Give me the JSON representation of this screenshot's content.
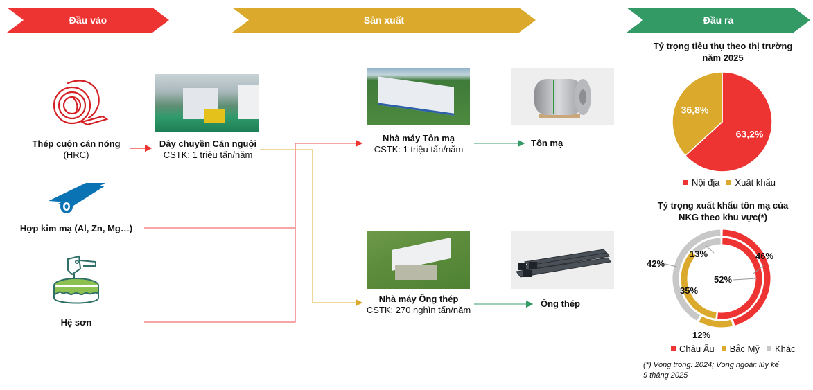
{
  "colors": {
    "red": "#ee3432",
    "gold": "#dbaa2d",
    "green": "#339a66",
    "gray": "#c8c8c8",
    "line_red": "#f07070",
    "line_gold": "#e6c060",
    "line_green": "#5fb58a"
  },
  "stages": {
    "input": {
      "label": "Đầu vào"
    },
    "production": {
      "label": "Sản xuất"
    },
    "output": {
      "label": "Đầu ra"
    }
  },
  "inputs": [
    {
      "title": "Thép cuộn cán nóng",
      "subtitle": "(HRC)",
      "icon": "steel-coil-icon"
    },
    {
      "title": "Hợp kim mạ (Al, Zn, Mg…)",
      "icon": "alloy-roll-icon"
    },
    {
      "title": "Hệ sơn",
      "icon": "paint-tank-icon"
    }
  ],
  "cold_rolling": {
    "title": "Dây chuyền Cán nguội",
    "capacity": "CSTK: 1 triệu tấn/năm"
  },
  "plants": [
    {
      "title": "Nhà máy Tôn mạ",
      "capacity": "CSTK: 1 triệu tấn/năm",
      "product": "Tôn mạ"
    },
    {
      "title": "Nhà máy Ống thép",
      "capacity": "CSTK: 270 nghìn tấn/năm",
      "product": "Ống thép"
    }
  ],
  "chart_data": [
    {
      "type": "pie",
      "title": "Tỷ trọng tiêu thụ theo thị trường năm 2025",
      "categories": [
        "Nội địa",
        "Xuất khẩu"
      ],
      "values": [
        63.2,
        36.8
      ],
      "labels": [
        "63,2%",
        "36,8%"
      ],
      "colors": [
        "#ee3432",
        "#dbaa2d"
      ],
      "legend": "bottom"
    },
    {
      "type": "pie",
      "subtype": "double-donut",
      "title": "Tỷ trọng xuất khẩu tôn mạ của NKG theo khu vực(*)",
      "categories": [
        "Châu Âu",
        "Bắc Mỹ",
        "Khác"
      ],
      "colors": [
        "#ee3432",
        "#dbaa2d",
        "#c8c8c8"
      ],
      "series": [
        {
          "name": "Vòng trong: 2024",
          "values": [
            52,
            35,
            13
          ],
          "labels": [
            "52%",
            "35%",
            "13%"
          ]
        },
        {
          "name": "Vòng ngoài: lũy kế 9 tháng 2025",
          "values": [
            46,
            12,
            42
          ],
          "labels": [
            "46%",
            "12%",
            "42%"
          ]
        }
      ],
      "legend": "bottom",
      "footnote": "(*) Vòng trong: 2024; Vòng ngoài: lũy kế 9 tháng 2025"
    }
  ],
  "chart1": {
    "title_line1": "Tỷ trọng tiêu thụ theo thị trường",
    "title_line2": "năm 2025",
    "legend": [
      "Nội địa",
      "Xuất khẩu"
    ]
  },
  "chart2": {
    "title_line1": "Tỷ trọng xuất khẩu tôn mạ của",
    "title_line2": "NKG theo khu vực(*)",
    "legend": [
      "Châu Âu",
      "Bắc Mỹ",
      "Khác"
    ],
    "footnote_line1": "(*) Vòng trong: 2024; Vòng ngoài: lũy kế",
    "footnote_line2": "9 tháng 2025"
  }
}
